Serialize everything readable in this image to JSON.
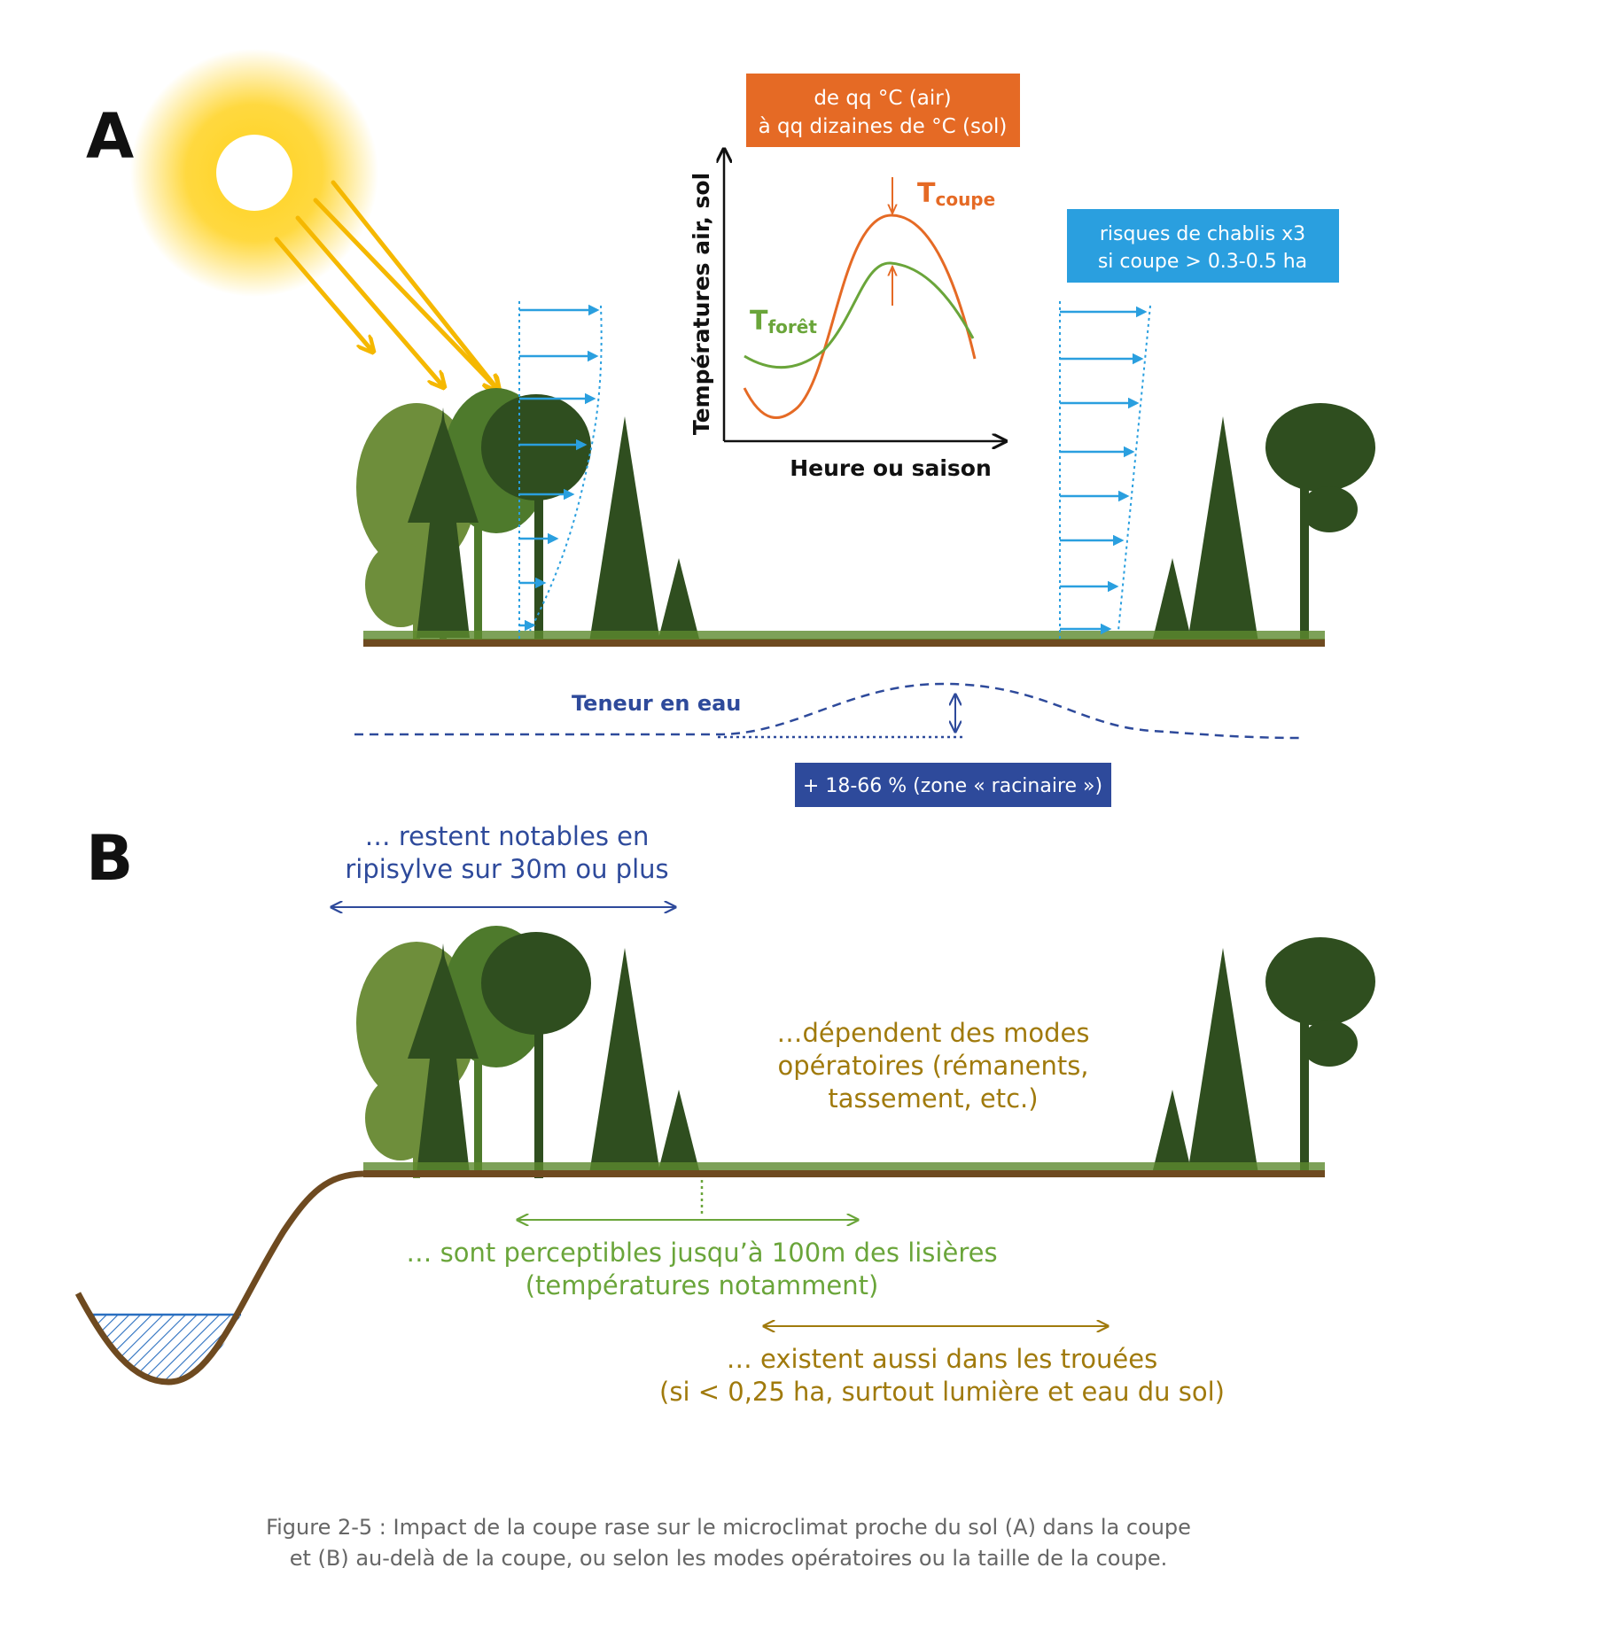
{
  "panels": {
    "a": "A",
    "b": "B"
  },
  "colors": {
    "orange": "#E56A25",
    "green": "#6AA53A",
    "sky_blue": "#2A9FDF",
    "navy": "#2E4A9B",
    "gold": "#A07A0C",
    "soil": "#6E4A20",
    "dark_tree": "#2F4E1F",
    "mid_tree": "#4E7A2C",
    "light_tree": "#6E8E3B",
    "sun": "#FFD21E",
    "caption_gray": "#666666"
  },
  "panel_a": {
    "temp_box": {
      "line1": "de qq °C (air)",
      "line2": "à qq dizaines de °C (sol)"
    },
    "temp_chart": {
      "y_axis_label": "Températures air, sol",
      "x_axis_label": "Heure ou saison",
      "coupe_label": {
        "main": "T",
        "sub": "coupe"
      },
      "foret_label": {
        "main": "T",
        "sub": "forêt"
      }
    },
    "wind_box": {
      "line1": "risques de chablis x3",
      "line2": "si coupe > 0.3-0.5 ha"
    },
    "water_label": "Teneur en eau",
    "water_box": "+ 18-66 % (zone « racinaire »)"
  },
  "panel_b": {
    "ripisylve": {
      "line1": "… restent notables en",
      "line2": "ripisylve sur 30m ou plus"
    },
    "modes": {
      "line1": "…dépendent des modes",
      "line2": "opératoires (rémanents,",
      "line3": "tassement, etc.)"
    },
    "perceptibles": {
      "line1": "… sont perceptibles jusqu’à 100m des lisières",
      "line2": "(températures notamment)"
    },
    "trouees": {
      "line1": "… existent aussi dans les trouées",
      "line2": "(si < 0,25 ha, surtout lumière et eau du sol)"
    }
  },
  "caption": {
    "line1": "Figure 2-5 : Impact de la coupe rase sur le microclimat proche du sol (A) dans la coupe",
    "line2": "et (B) au-delà de la coupe, ou selon les modes opératoires ou la taille de la coupe."
  }
}
